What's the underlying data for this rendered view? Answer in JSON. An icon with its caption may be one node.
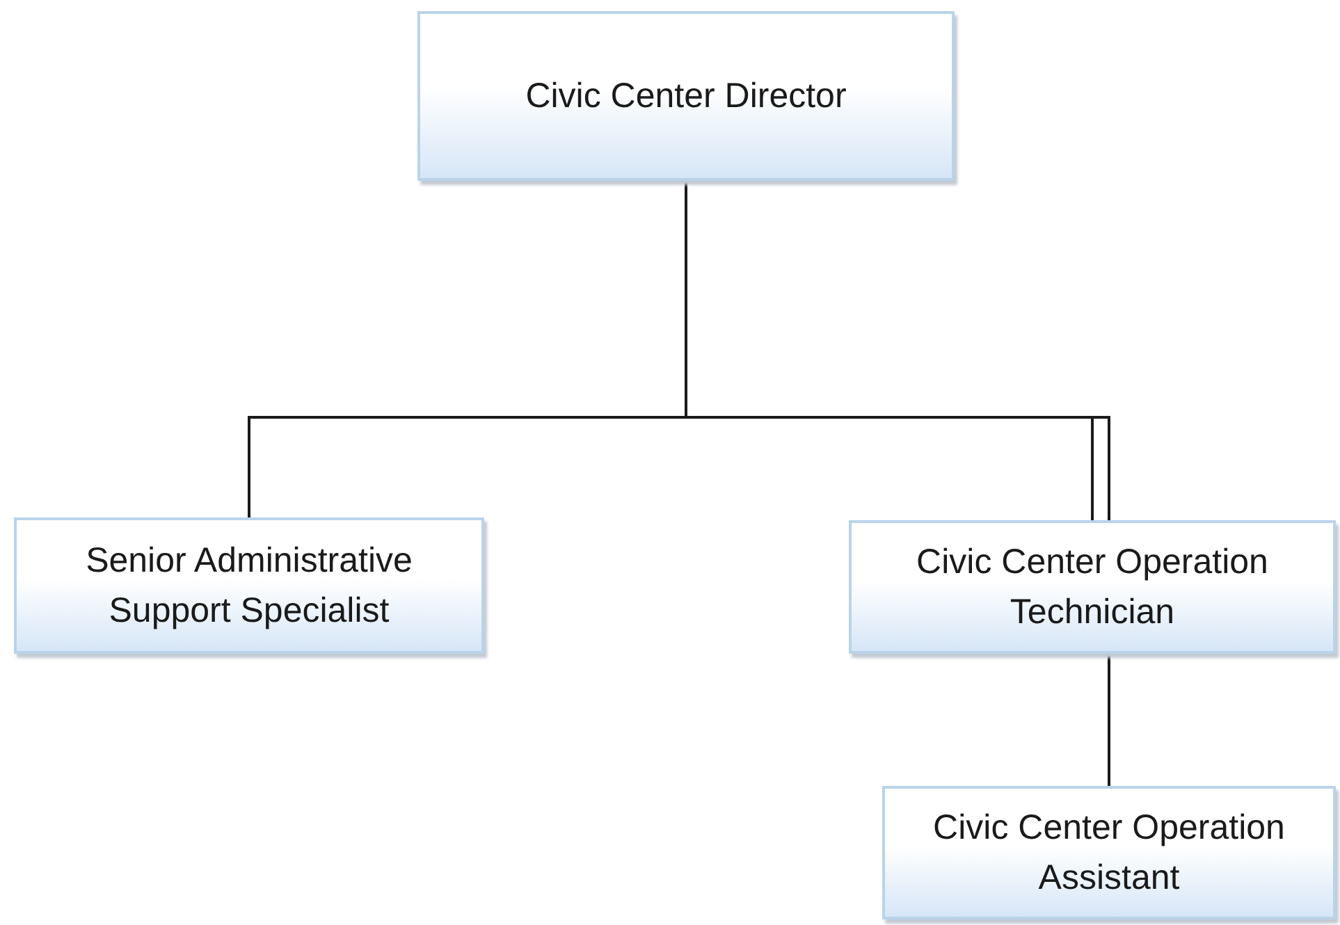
{
  "diagram": {
    "nodes": [
      {
        "text": [
          "Civic Center Director"
        ]
      },
      {
        "text": [
          "Senior Administrative Support Specialist"
        ]
      },
      {
        "text": [
          "Civic Center Operation Technician"
        ]
      },
      {
        "text": [
          "Civic Center Operation Assistant"
        ]
      }
    ],
    "edges": [
      {
        "from": 0,
        "to": 1,
        "arrow": "none"
      },
      {
        "from": 0,
        "to": 2,
        "arrow": "none"
      },
      {
        "from": 2,
        "to": 3,
        "arrow": "none"
      }
    ]
  }
}
